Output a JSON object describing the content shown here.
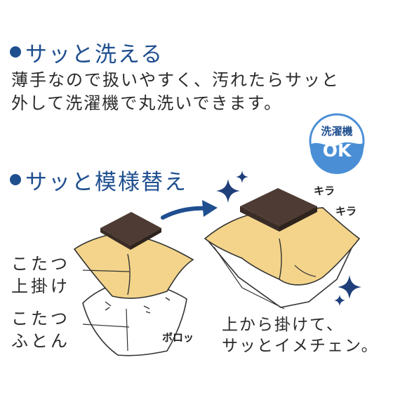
{
  "section1": {
    "heading": "サッと洗える",
    "desc_lines": [
      "薄手なので扱いやすく、汚れたらサッと",
      "外して洗濯機で丸洗いできます。"
    ]
  },
  "badge": {
    "top": "洗濯機",
    "ok": "OK"
  },
  "section2": {
    "heading": "サッと模様替え"
  },
  "labels": {
    "kake_line1": "こたつ",
    "kake_line2": "上掛け",
    "futon_line1": "こたつ",
    "futon_line2": "ふとん",
    "boro": "ボロッ",
    "kira1": "キラ",
    "kira2": "キラ"
  },
  "caption_lines": [
    "上から掛けて、",
    "サッとイメチェン。"
  ],
  "colors": {
    "accent": "#1f4f8f",
    "quilt_yellow": "#f3d48a",
    "table_top": "#4e3c34",
    "badge_fill": "#4a8fd6"
  }
}
